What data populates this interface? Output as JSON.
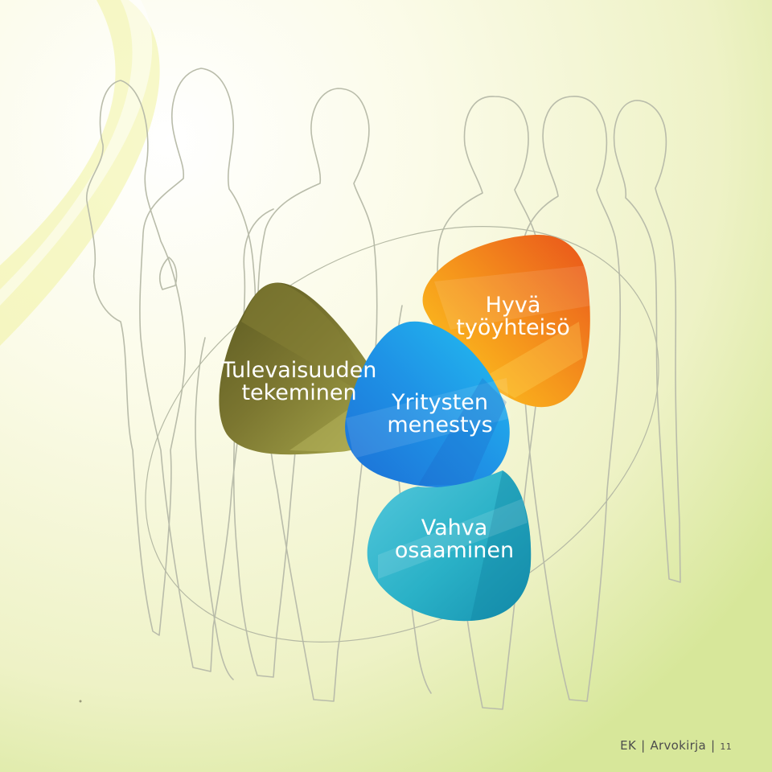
{
  "petals": [
    {
      "id": "future",
      "lines": [
        "Tulevaisuuden",
        "tekeminen"
      ],
      "color": "#6f6a2a"
    },
    {
      "id": "community",
      "lines": [
        "Hyvä",
        "työyhteisö"
      ],
      "color": "#f07d1a"
    },
    {
      "id": "success",
      "lines": [
        "Yritysten",
        "menestys"
      ],
      "color": "#1f8fe0"
    },
    {
      "id": "competence",
      "lines": [
        "Vahva",
        "osaaminen"
      ],
      "color": "#27b6c9"
    }
  ],
  "footer": {
    "brand": "EK",
    "publication": "Arvokirja",
    "page": "11"
  }
}
